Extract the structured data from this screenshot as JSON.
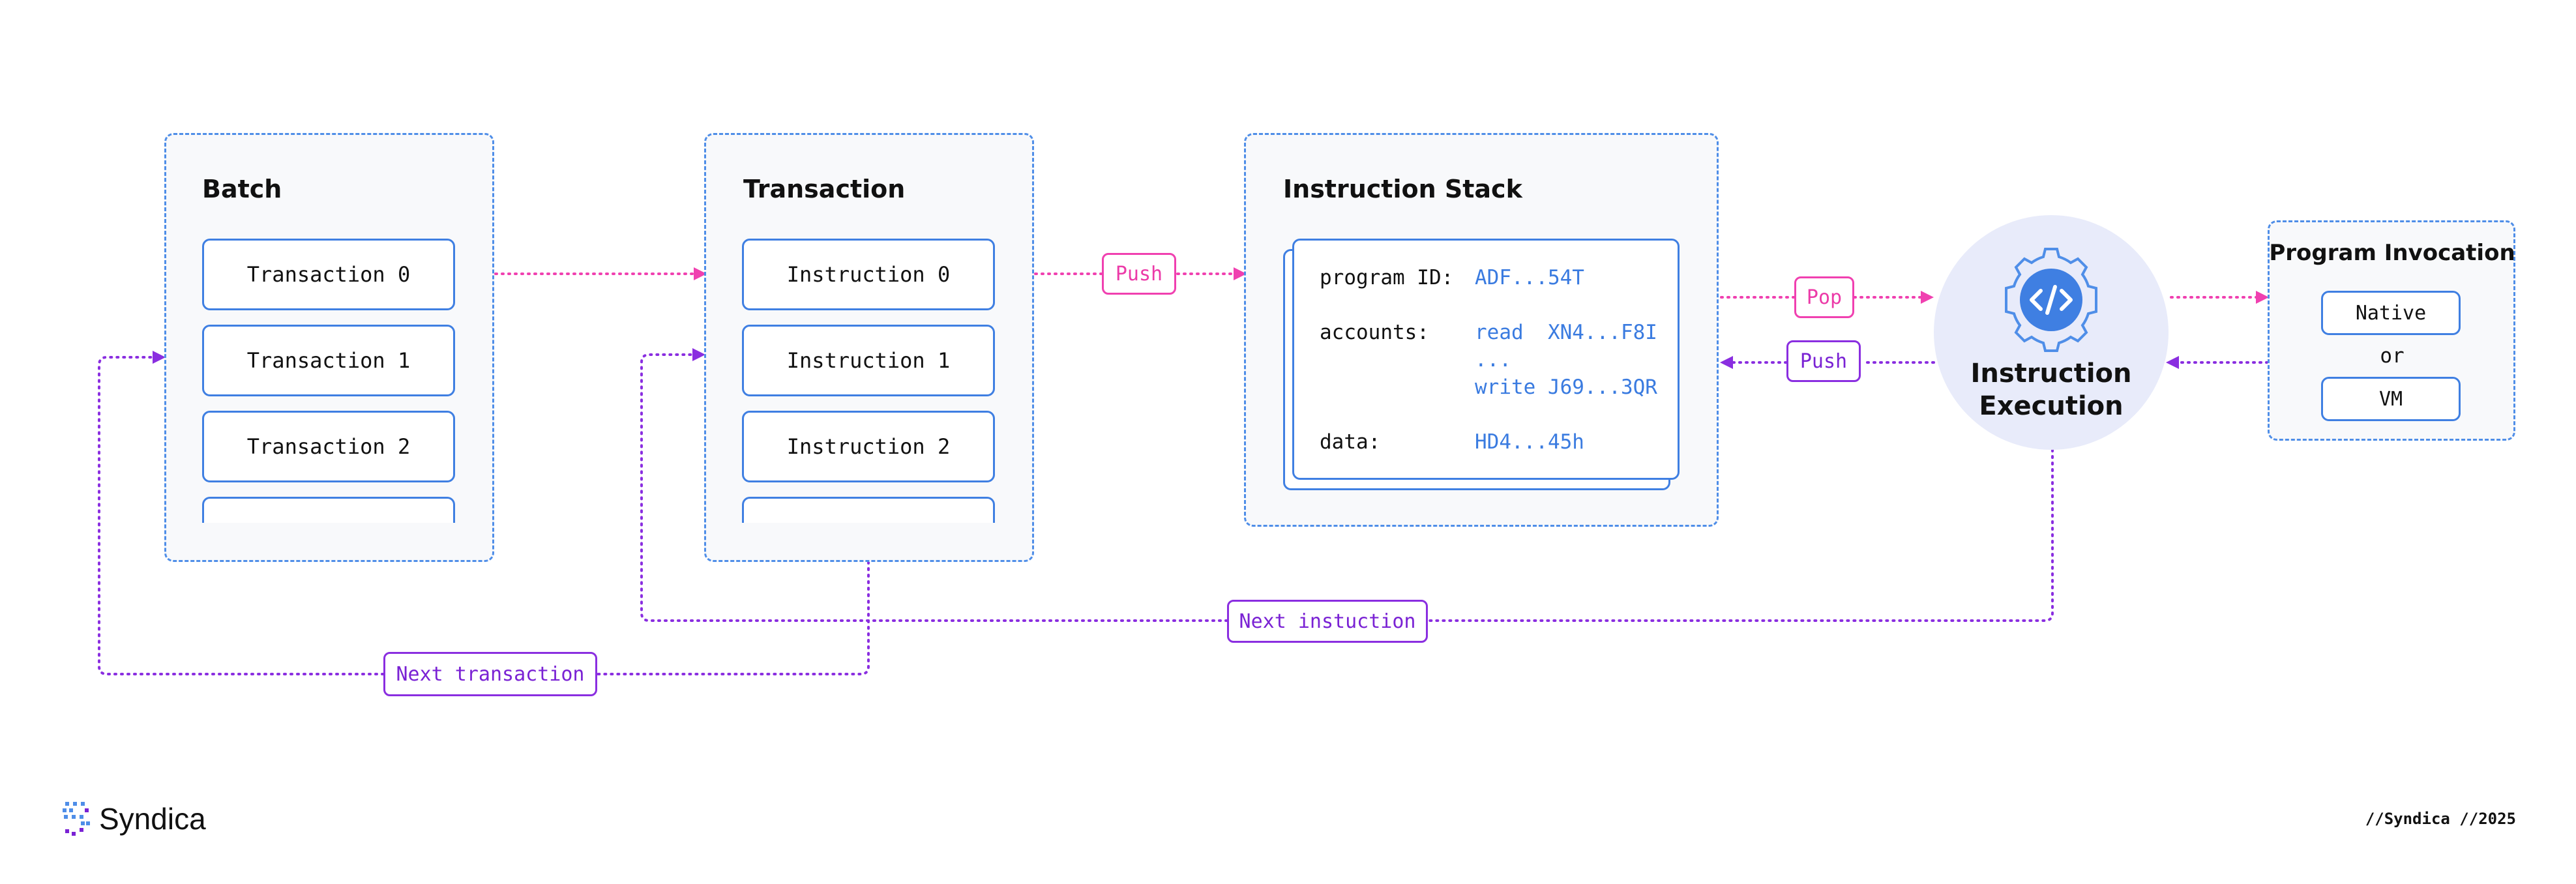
{
  "batch": {
    "title": "Batch",
    "items": [
      "Transaction 0",
      "Transaction 1",
      "Transaction 2"
    ]
  },
  "transaction": {
    "title": "Transaction",
    "items": [
      "Instruction 0",
      "Instruction 1",
      "Instruction 2"
    ]
  },
  "instruction_stack": {
    "title": "Instruction Stack",
    "program_id_label": "program ID:",
    "program_id_value": "ADF...54T",
    "accounts_label": "accounts:",
    "accounts_read": "read  XN4...F8I",
    "accounts_ellipsis": "...",
    "accounts_write": "write J69...3QR",
    "data_label": "data:",
    "data_value": "HD4...45h"
  },
  "labels": {
    "push_to_stack": "Push",
    "pop": "Pop",
    "push_back": "Push",
    "next_instruction": "Next instuction",
    "next_transaction": "Next transaction"
  },
  "instruction_execution": {
    "title_line1": "Instruction",
    "title_line2": "Execution",
    "icon": "code-gear-icon"
  },
  "program_invocation": {
    "title": "Program Invocation",
    "option_native": "Native",
    "or_text": "or",
    "option_vm": "VM"
  },
  "footer": {
    "brand": "Syndica",
    "logo_icon": "syndica-logo-icon",
    "signature": "//Syndica //2025"
  },
  "colors": {
    "blue": "#3f7fe2",
    "pink": "#f040b0",
    "purple": "#8a2ee0",
    "exec_circle": "#e8ebfa"
  }
}
